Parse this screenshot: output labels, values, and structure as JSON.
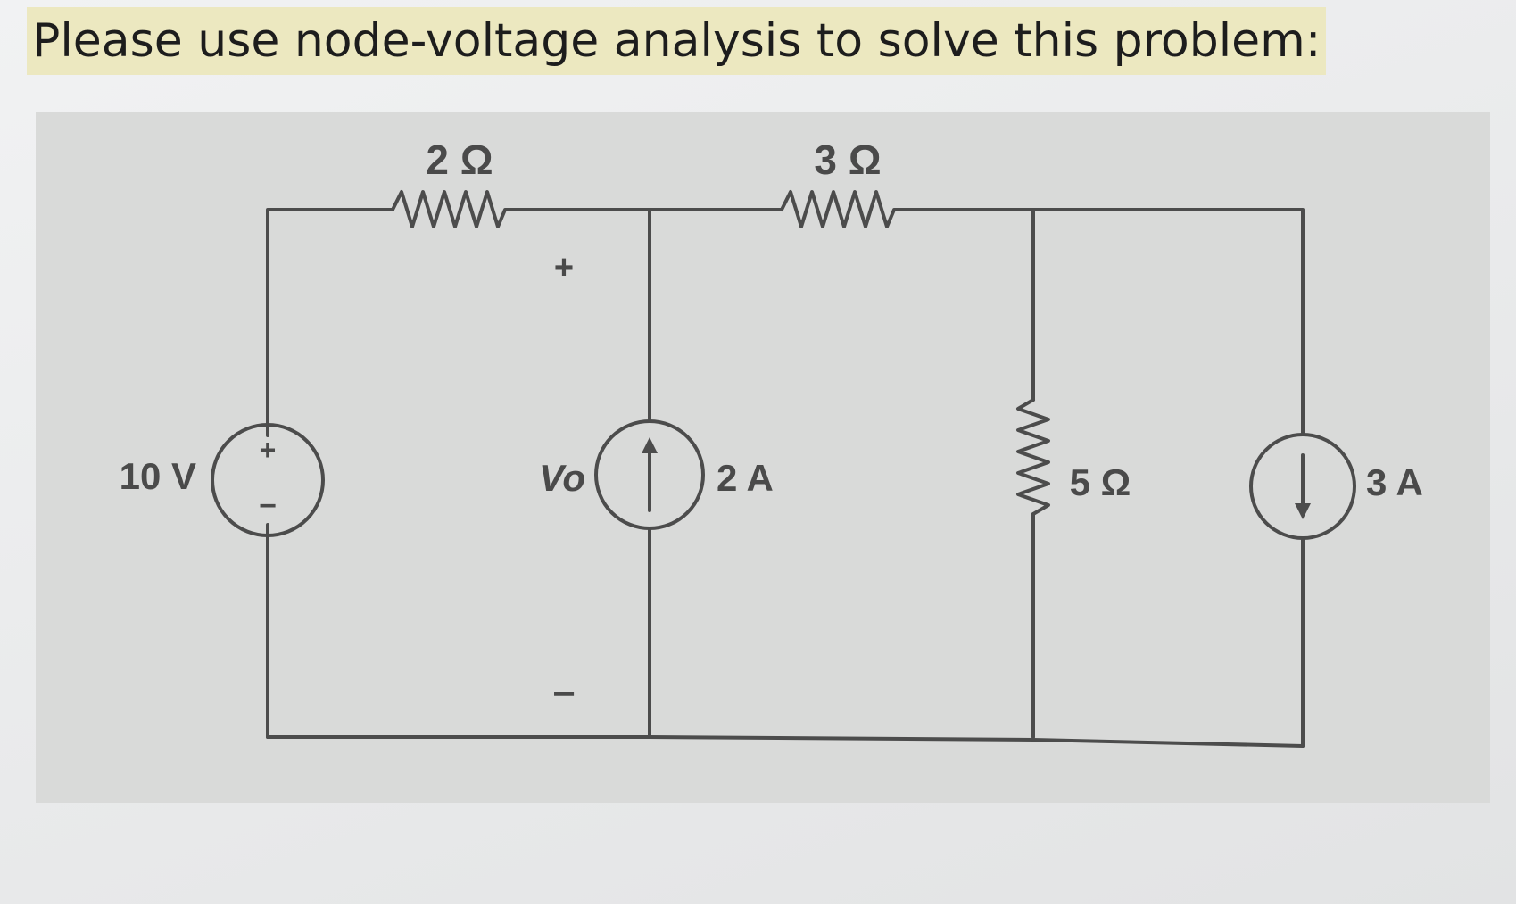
{
  "question": {
    "text": "Please use node-voltage analysis to solve this problem:"
  },
  "circuit": {
    "labels": {
      "r1": "2 Ω",
      "r2": "3 Ω",
      "r3": "5 Ω",
      "voltage_source": "10 V",
      "current_source_1": "2 A",
      "current_source_2": "3 A",
      "vo": "Vo",
      "vo_plus": "+",
      "vo_minus": "−",
      "vs_plus": "+",
      "vs_minus": "−"
    }
  }
}
